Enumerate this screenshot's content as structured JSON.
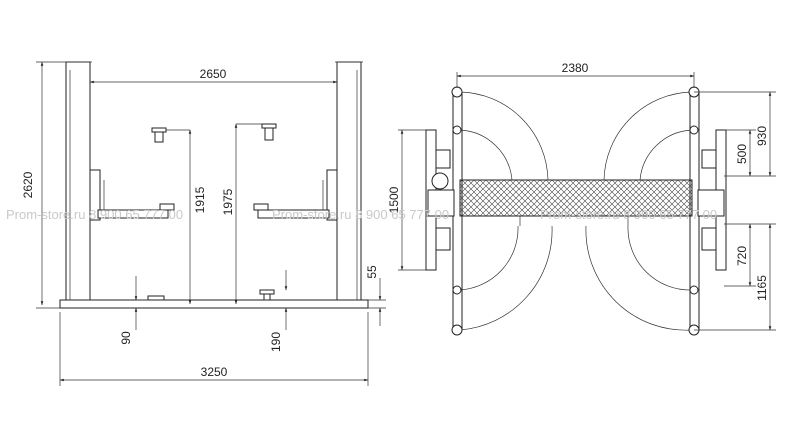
{
  "watermark": {
    "left": "Prom-store.ru  8 900 65 777 00",
    "middle": "Prom-store.ru  8 900 65 777 00",
    "right": "Prom-store.ru  8 900 65 777 00"
  },
  "front_view": {
    "width_between_columns": "2650",
    "height": "2620",
    "max_lift_height": "1915",
    "max_height_with_adapters": "1975",
    "min_pickup_height": "90",
    "adapter_min_height": "190",
    "base_plate_height": "55",
    "overall_width": "3250"
  },
  "top_view": {
    "width": "2380",
    "length": "1500",
    "right_930": "930",
    "right_500": "500",
    "right_720": "720",
    "right_1165": "1165"
  }
}
